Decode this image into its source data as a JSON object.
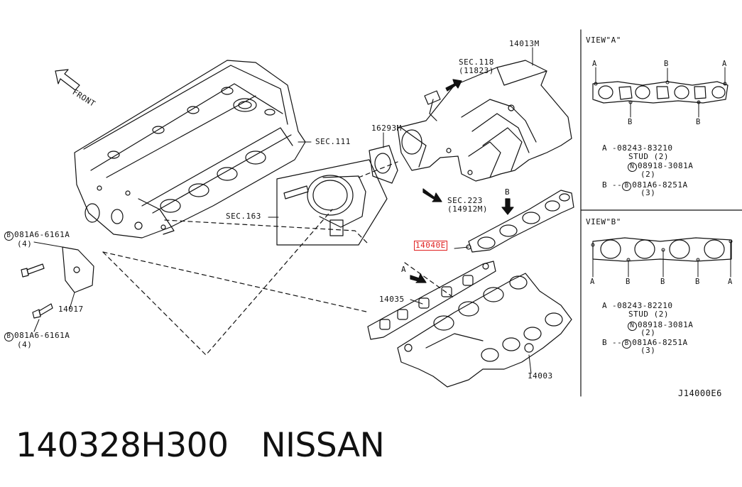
{
  "labels": {
    "front": "FRONT",
    "part_14013m": "14013M",
    "sec118_a": "SEC.118",
    "sec118_b": "(11823)",
    "part_16293m": "16293M",
    "sec111": "SEC.111",
    "sec163": "SEC.163",
    "sec223_a": "SEC.223",
    "sec223_b": "(14912M)",
    "arrow_b": "B",
    "arrow_a": "A",
    "part_14040e": "14040E",
    "part_14035": "14035",
    "part_14003": "14003",
    "part_14017": "14017",
    "bolt1_code": "081A6-6161A",
    "bolt1_qty": "(4)",
    "bolt2_code": "081A6-6161A",
    "bolt2_qty": "(4)",
    "circle_b": "B",
    "circle_n": "N",
    "ref_code": "J14000E6"
  },
  "view_a": {
    "title": "VIEW\"A\"",
    "marker_a": "A",
    "marker_b": "B",
    "legend": [
      {
        "key": "A",
        "code": "08243-83210"
      },
      {
        "key": "",
        "code": "STUD (2)"
      },
      {
        "key": "N",
        "code": "08918-3081A"
      },
      {
        "key": "",
        "code": "(2)"
      },
      {
        "key": "B",
        "code": "081A6-8251A"
      },
      {
        "key": "",
        "code": "(3)"
      }
    ]
  },
  "view_b": {
    "title": "VIEW\"B\"",
    "marker_a": "A",
    "marker_b": "B",
    "legend": [
      {
        "key": "A",
        "code": "08243-82210"
      },
      {
        "key": "",
        "code": "STUD (2)"
      },
      {
        "key": "N",
        "code": "08918-3081A"
      },
      {
        "key": "",
        "code": "(2)"
      },
      {
        "key": "B",
        "code": "081A6-8251A"
      },
      {
        "key": "",
        "code": "(3)"
      }
    ]
  },
  "caption": {
    "part_number": "140328H300",
    "brand": "NISSAN"
  },
  "colors": {
    "line": "#111111",
    "highlight": "#e02020"
  }
}
